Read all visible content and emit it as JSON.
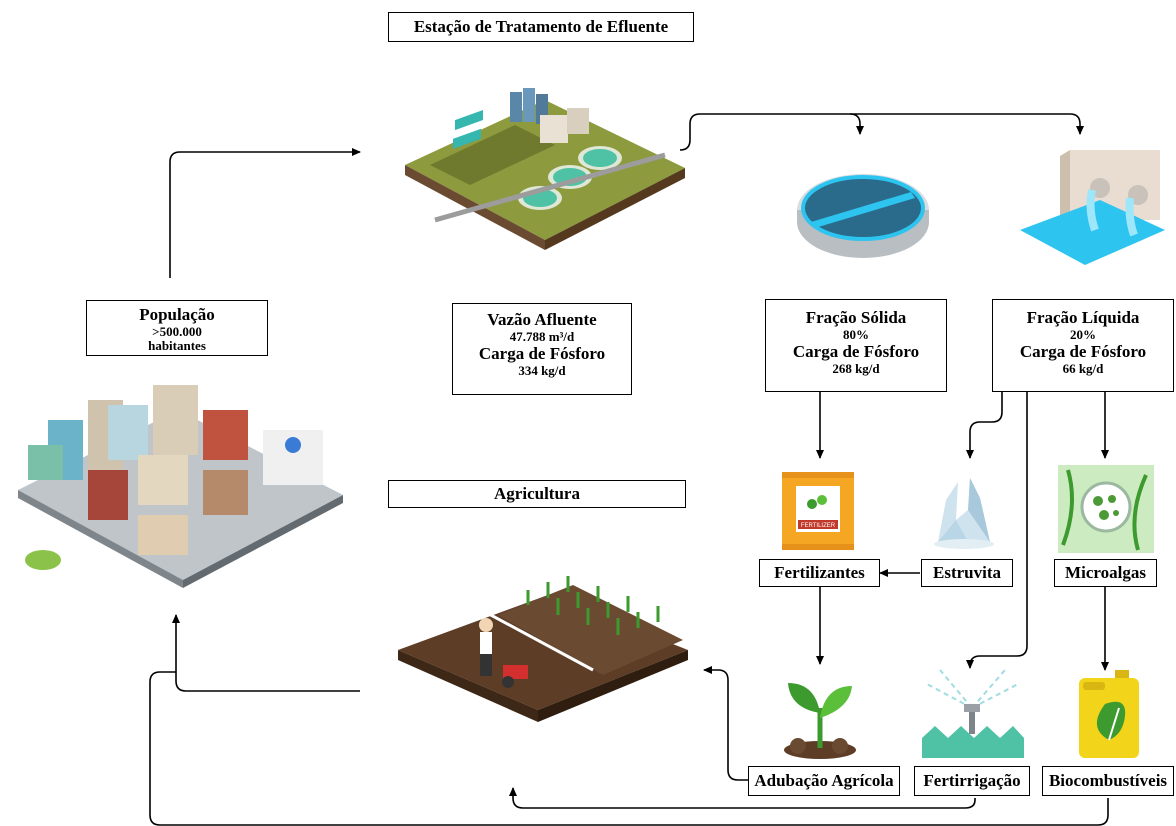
{
  "title": "Estação de Tratamento de Efluente",
  "agriculture_label": "Agricultura",
  "population": {
    "line1": "População",
    "line2": ">500.000",
    "line3": "habitantes"
  },
  "influent": {
    "line1": "Vazão Afluente",
    "line2": "47.788 m³/d",
    "line3": "Carga de Fósforo",
    "line4": "334 kg/d"
  },
  "solid": {
    "line1": "Fração Sólida",
    "line2": "80%",
    "line3": "Carga de Fósforo",
    "line4": "268 kg/d"
  },
  "liquid": {
    "line1": "Fração Líquida",
    "line2": "20%",
    "line3": "Carga de Fósforo",
    "line4": "66 kg/d"
  },
  "fertilizer_bag_text": "FERTILIZER",
  "nodes": {
    "fertilizantes": "Fertilizantes",
    "estruvita": "Estruvita",
    "microalgas": "Microalgas",
    "adubacao": "Adubação Agrícola",
    "fertirrigacao": "Fertirrigação",
    "biocombustiveis": "Biocombustíveis"
  },
  "colors": {
    "water": "#2ec4f0",
    "ground": "#7a8a3a",
    "soil": "#6b4a32",
    "bag": "#f5a623",
    "fuel_can": "#f2d41a",
    "leaf": "#3c9a2e"
  }
}
